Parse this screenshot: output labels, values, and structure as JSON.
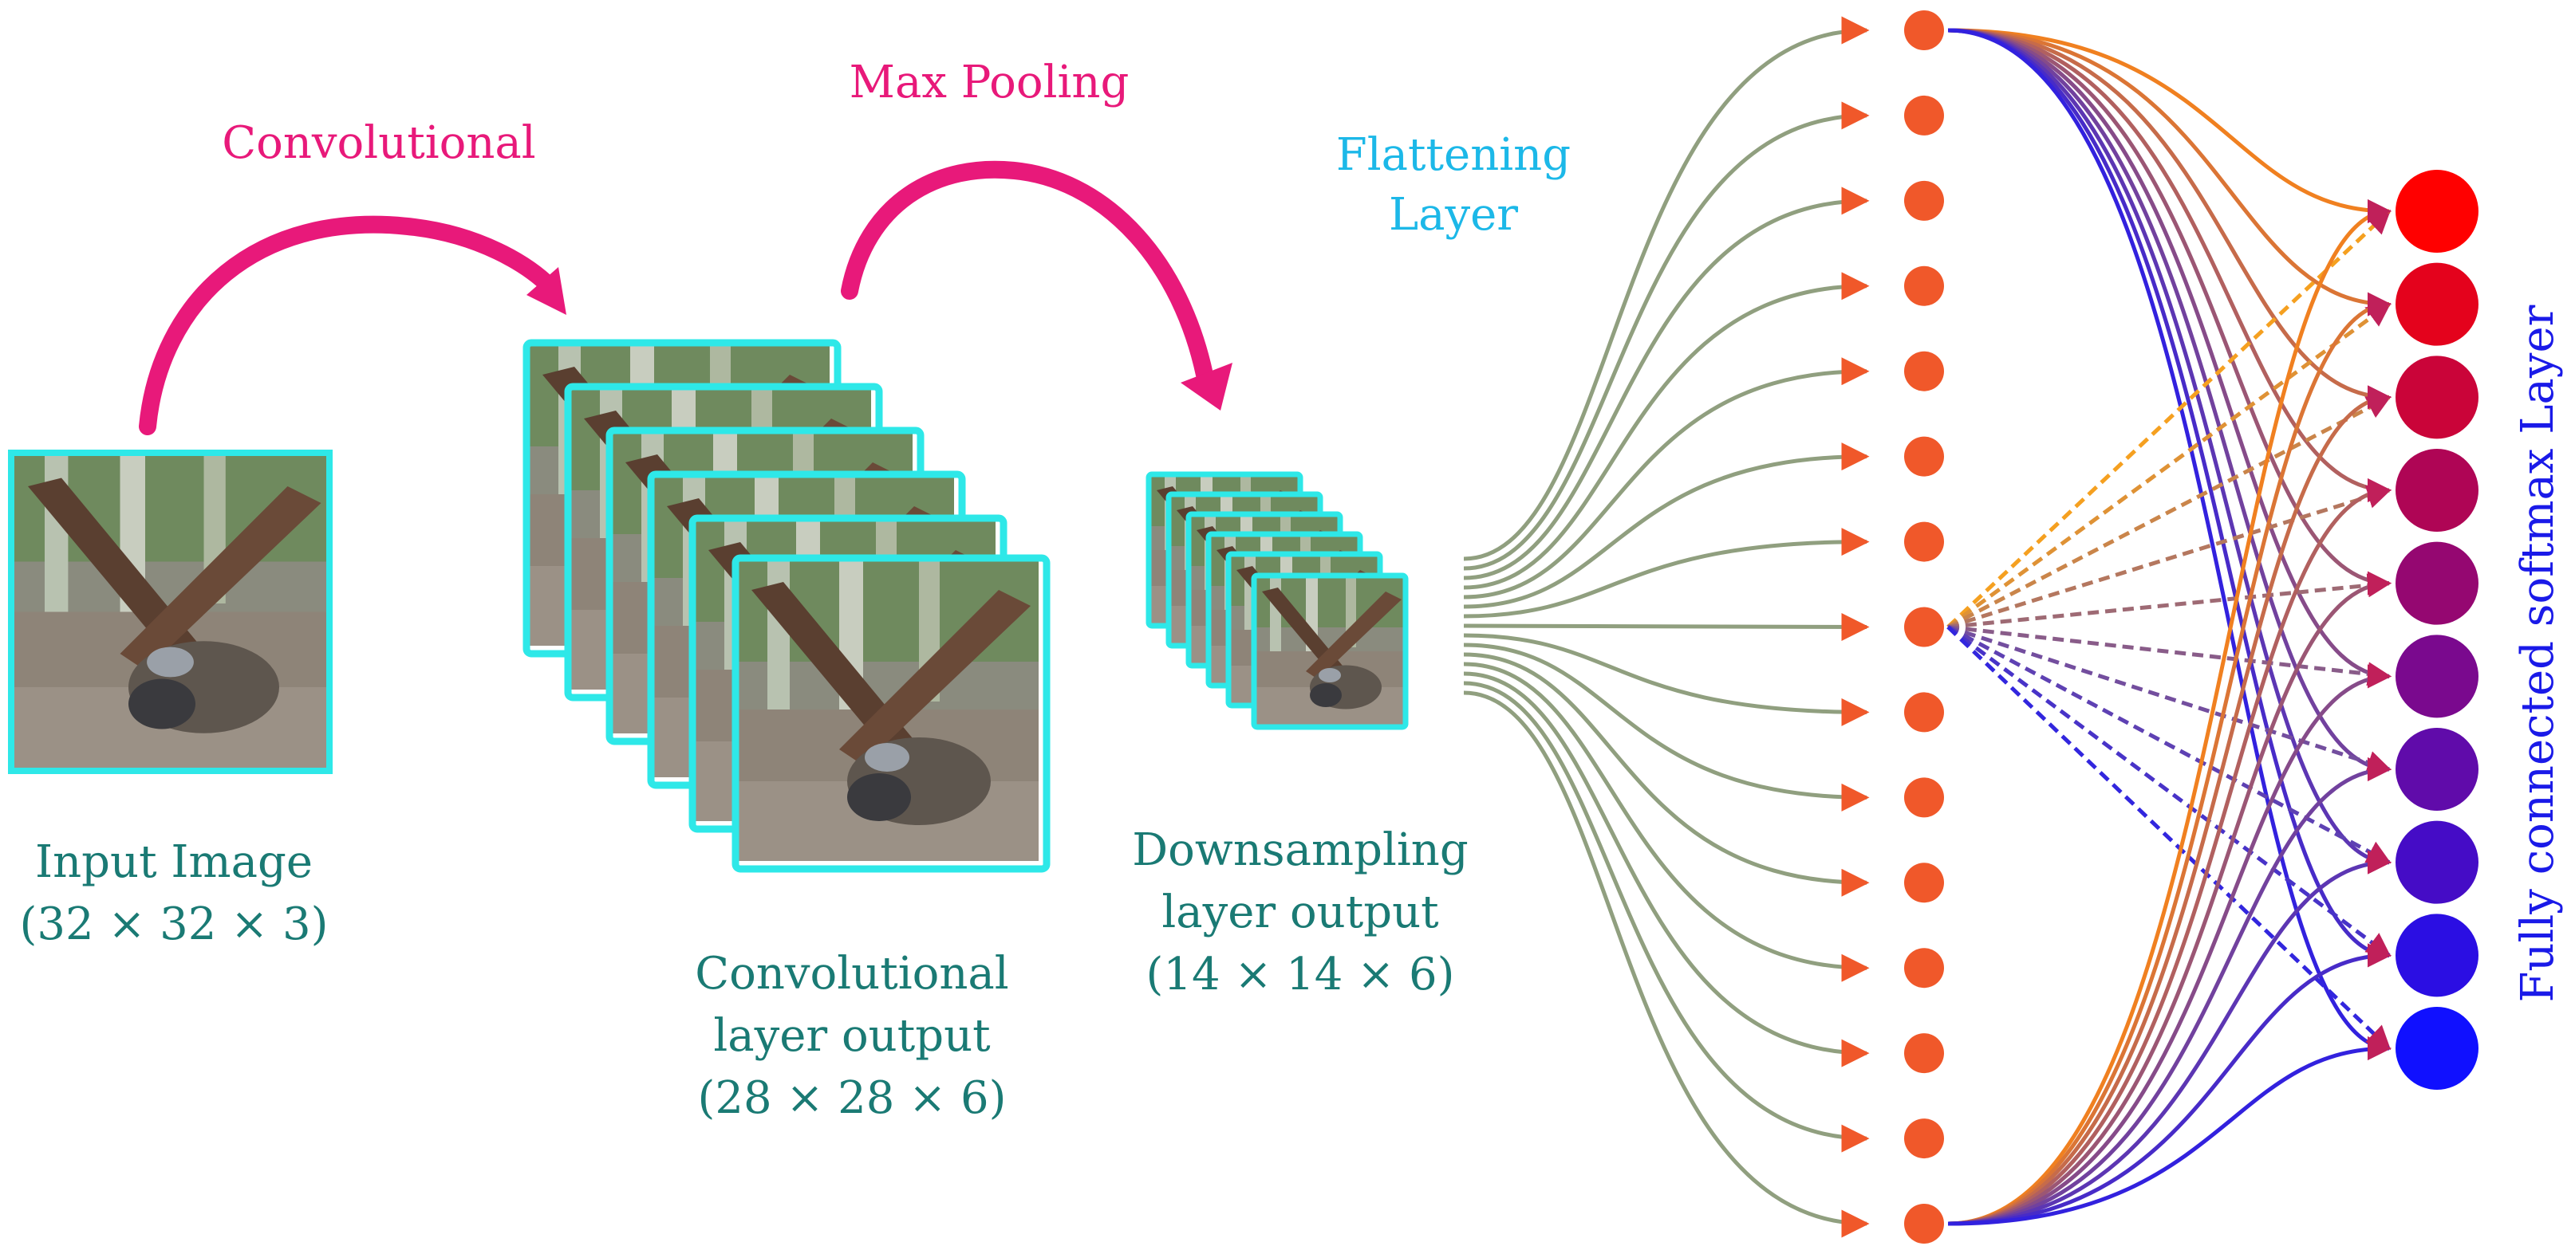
{
  "labels": {
    "convolutional_arrow": "Convolutional",
    "max_pooling_arrow": "Max Pooling",
    "flattening_line1": "Flattening",
    "flattening_line2": "Layer",
    "input_line1": "Input Image",
    "input_line2": "(32 × 32 × 3)",
    "conv_out_line1": "Convolutional",
    "conv_out_line2": "layer output",
    "conv_out_line3": "(28 × 28 × 6)",
    "down_line1": "Downsampling",
    "down_line2": "layer output",
    "down_line3": "(14 × 14 × 6)",
    "softmax": "Fully connected softmax Layer"
  },
  "layers": {
    "conv_feature_maps": 6,
    "pooled_feature_maps": 6,
    "flatten_nodes": 15,
    "softmax_nodes": 10
  },
  "colors": {
    "arrow_magenta": "#e8197a",
    "flattening_cyan": "#1cb8e8",
    "label_teal": "#1a7a74",
    "frame_cyan": "#2ee8e8",
    "node_orange": "#f0582a",
    "softmax_blue": "#1a1ae8",
    "softmax_top": "#ff0000",
    "softmax_bottom": "#1010ff"
  }
}
